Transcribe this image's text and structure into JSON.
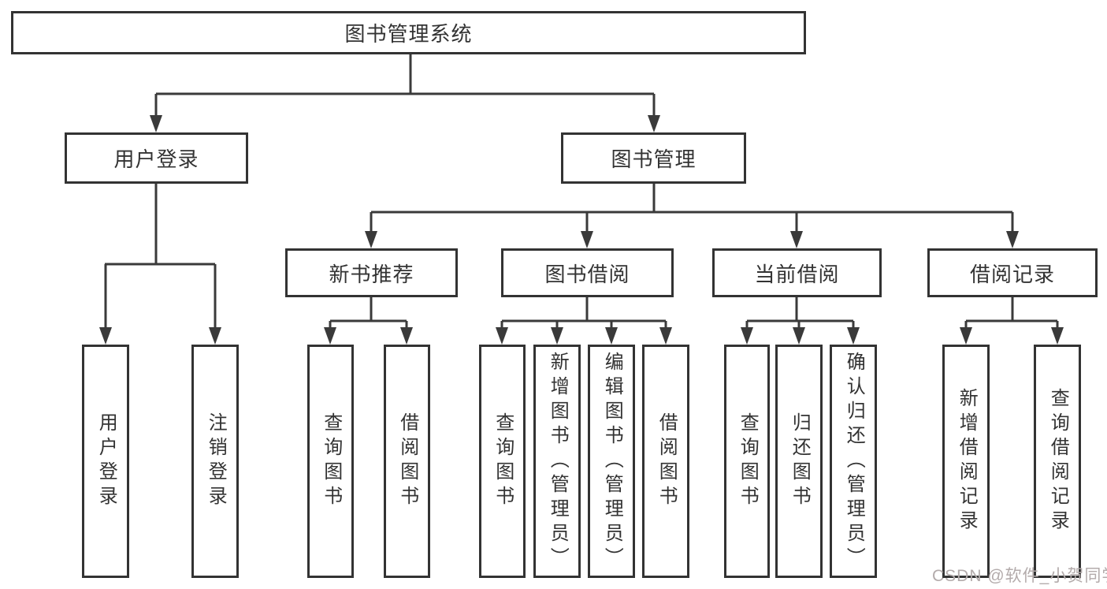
{
  "tree": {
    "root": {
      "label": "图书管理系统"
    },
    "branches": [
      {
        "label": "用户登录",
        "leaves": [
          {
            "label": "用户登录"
          },
          {
            "label": "注销登录"
          }
        ]
      },
      {
        "label": "图书管理",
        "groups": [
          {
            "label": "新书推荐",
            "leaves": [
              {
                "label": "查询图书"
              },
              {
                "label": "借阅图书"
              }
            ]
          },
          {
            "label": "图书借阅",
            "leaves": [
              {
                "label": "查询图书"
              },
              {
                "label": "新增图书（管理员）"
              },
              {
                "label": "编辑图书（管理员）"
              },
              {
                "label": "借阅图书"
              }
            ]
          },
          {
            "label": "当前借阅",
            "leaves": [
              {
                "label": "查询图书"
              },
              {
                "label": "归还图书"
              },
              {
                "label": "确认归还（管理员）"
              }
            ]
          },
          {
            "label": "借阅记录",
            "leaves": [
              {
                "label": "新增借阅记录"
              },
              {
                "label": "查询借阅记录"
              }
            ]
          }
        ]
      }
    ]
  },
  "colors": {
    "line": "#3a3a3a",
    "border": "#333333",
    "text": "#333333",
    "watermark": "#b3abab"
  },
  "watermark": "CSDN @软件_小贺同学"
}
